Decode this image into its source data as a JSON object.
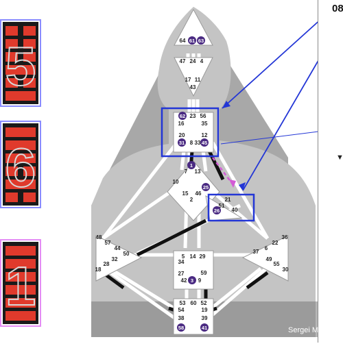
{
  "hexagrams": [
    {
      "number": "5",
      "lines": [
        "broken",
        "broken",
        "broken",
        "solid",
        "broken",
        "solid"
      ],
      "glow": "#8a8cff"
    },
    {
      "number": "6",
      "lines": [
        "solid",
        "solid",
        "solid",
        "broken",
        "solid",
        "broken"
      ],
      "glow": "#8a8cff"
    },
    {
      "number": "1",
      "lines": [
        "solid",
        "solid",
        "solid",
        "solid",
        "solid",
        "solid"
      ],
      "glow": "#e48cf5"
    }
  ],
  "chart": {
    "gates": {
      "head": [
        "64",
        "61",
        "63"
      ],
      "ajna": [
        "47",
        "24",
        "4",
        "17",
        "11",
        "43"
      ],
      "throat": [
        "62",
        "23",
        "56",
        "16",
        "35",
        "20",
        "31",
        "8",
        "33",
        "45",
        "12"
      ],
      "g": [
        "1",
        "7",
        "13",
        "10",
        "15",
        "46",
        "25",
        "2"
      ],
      "heart": [
        "21",
        "51",
        "26",
        "40"
      ],
      "spleen": [
        "48",
        "57",
        "44",
        "50",
        "32",
        "28",
        "18"
      ],
      "solar": [
        "36",
        "22",
        "6",
        "37",
        "49",
        "55",
        "30"
      ],
      "sacral": [
        "5",
        "14",
        "29",
        "34",
        "27",
        "42",
        "3",
        "9",
        "59"
      ],
      "root": [
        "53",
        "60",
        "52",
        "54",
        "19",
        "38",
        "39",
        "58",
        "41"
      ]
    },
    "highlighted": [
      "61",
      "63",
      "62",
      "31",
      "45",
      "1",
      "25",
      "26",
      "3",
      "58",
      "41"
    ],
    "highlight_color": "#4a2a82",
    "box_color": "#2336d6",
    "dashed_arrow_color": "#d35bd6"
  },
  "panel": {
    "title": "08",
    "arrow": "▼"
  },
  "credit": "Sergei Mavlat"
}
